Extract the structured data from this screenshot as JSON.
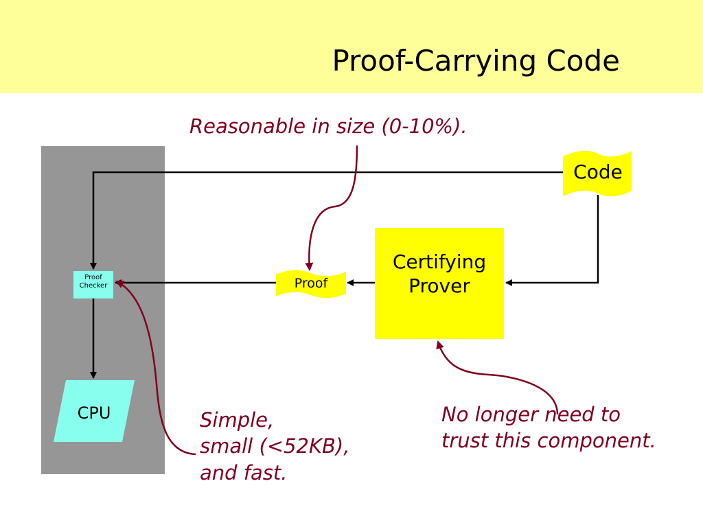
{
  "slide": {
    "title": "Proof-Carrying Code"
  },
  "colors": {
    "title_band": "#ffff99",
    "trusted_region": "#969696",
    "prover": "#ffff00",
    "document_shapes": "#ffff00",
    "checker": "#88ffee",
    "cpu": "#88ffee",
    "callout_text": "#800020"
  },
  "nodes": {
    "code": "Code",
    "proof": "Proof",
    "prover": [
      "Certifying",
      "Prover"
    ],
    "checker": [
      "Proof",
      "Checker"
    ],
    "cpu": "CPU"
  },
  "callouts": {
    "size": "Reasonable in size (0-10%).",
    "simple": [
      "Simple,",
      "small (<52KB),",
      "and fast."
    ],
    "trust": [
      "No longer need to",
      "trust this component."
    ]
  }
}
